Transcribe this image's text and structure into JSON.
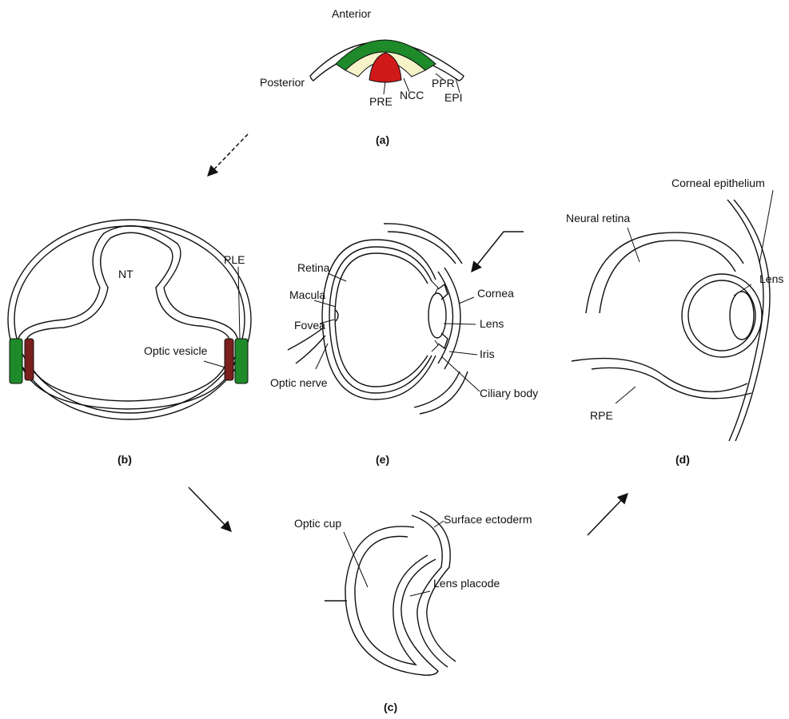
{
  "colors": {
    "green": "#1e8a2a",
    "pale": "#f6f3c8",
    "red": "#d01a1a",
    "maroon": "#7a1e1e",
    "line": "#111111"
  },
  "panel_a": {
    "caption": "(a)",
    "anterior": "Anterior",
    "posterior": "Posterior",
    "pre": "PRE",
    "ncc": "NCC",
    "ppr": "PPR",
    "epi": "EPI"
  },
  "panel_b": {
    "caption": "(b)",
    "nt": "NT",
    "ple": "PLE",
    "optic_vesicle": "Optic vesicle"
  },
  "panel_c": {
    "caption": "(c)",
    "optic_cup": "Optic cup",
    "surface_ectoderm": "Surface ectoderm",
    "lens_placode": "Lens placode"
  },
  "panel_d": {
    "caption": "(d)",
    "corneal_epithelium": "Corneal epithelium",
    "neural_retina": "Neural retina",
    "lens": "Lens",
    "rpe": "RPE"
  },
  "panel_e": {
    "caption": "(e)",
    "retina": "Retina",
    "macula": "Macula",
    "fovea": "Fovea",
    "optic_nerve": "Optic nerve",
    "cornea": "Cornea",
    "lens": "Lens",
    "iris": "Iris",
    "ciliary_body": "Ciliary body"
  }
}
